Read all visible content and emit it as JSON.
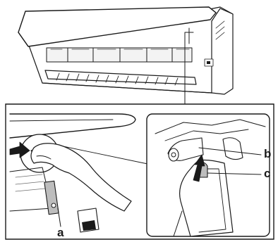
{
  "callouts": {
    "a": "a",
    "b": "b",
    "c": "c"
  },
  "colors": {
    "ink": "#1a1a1a",
    "shade": "#6e6e6e",
    "light_shade": "#bdbdbd",
    "background": "#ffffff"
  },
  "icons": [
    "push-arrow-icon",
    "lift-arrow-icon"
  ]
}
